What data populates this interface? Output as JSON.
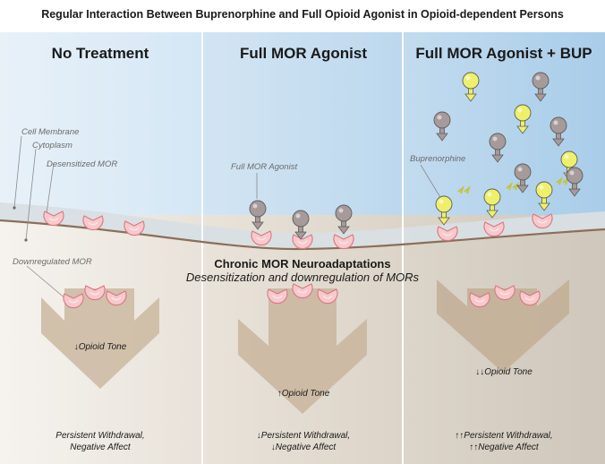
{
  "title": "Regular Interaction Between Buprenorphine and Full Opioid Agonist in Opioid-dependent Persons",
  "columns": [
    {
      "title": "No Treatment",
      "tone_arrow": "↓",
      "tone_label": "Opioid Tone",
      "outcome_line1": "Persistent Withdrawal,",
      "outcome_line2": "Negative Affect",
      "outcome_arrow": ""
    },
    {
      "title": "Full MOR Agonist",
      "tone_arrow": "↑",
      "tone_label": "Opioid Tone",
      "outcome_line1": "Persistent Withdrawal,",
      "outcome_line2": "Negative Affect",
      "outcome_arrow": "↓"
    },
    {
      "title": "Full MOR Agonist + BUP",
      "tone_arrow": "↓↓",
      "tone_label": "Opioid Tone",
      "outcome_line1": "Persistent Withdrawal,",
      "outcome_line2": "Negative Affect",
      "outcome_arrow": "↑↑"
    }
  ],
  "labels": {
    "cell_membrane": "Cell Membrane",
    "cytoplasm": "Cytoplasm",
    "desensitized_mor": "Desensitized MOR",
    "downregulated_mor": "Downregulated MOR",
    "full_mor_agonist": "Full MOR Agonist",
    "buprenorphine": "Buprenorphine"
  },
  "center": {
    "heading": "Chronic MOR Neuroadaptations",
    "subheading": "Desensitization and downregulation of MORs"
  },
  "colors": {
    "receptor_fill": "#f7c9cc",
    "receptor_stroke": "#d9777f",
    "agonist": "#a69a9a",
    "buprenorphine": "#eef06a",
    "membrane": "#8c6e58",
    "arrow": "#cdbba4"
  }
}
